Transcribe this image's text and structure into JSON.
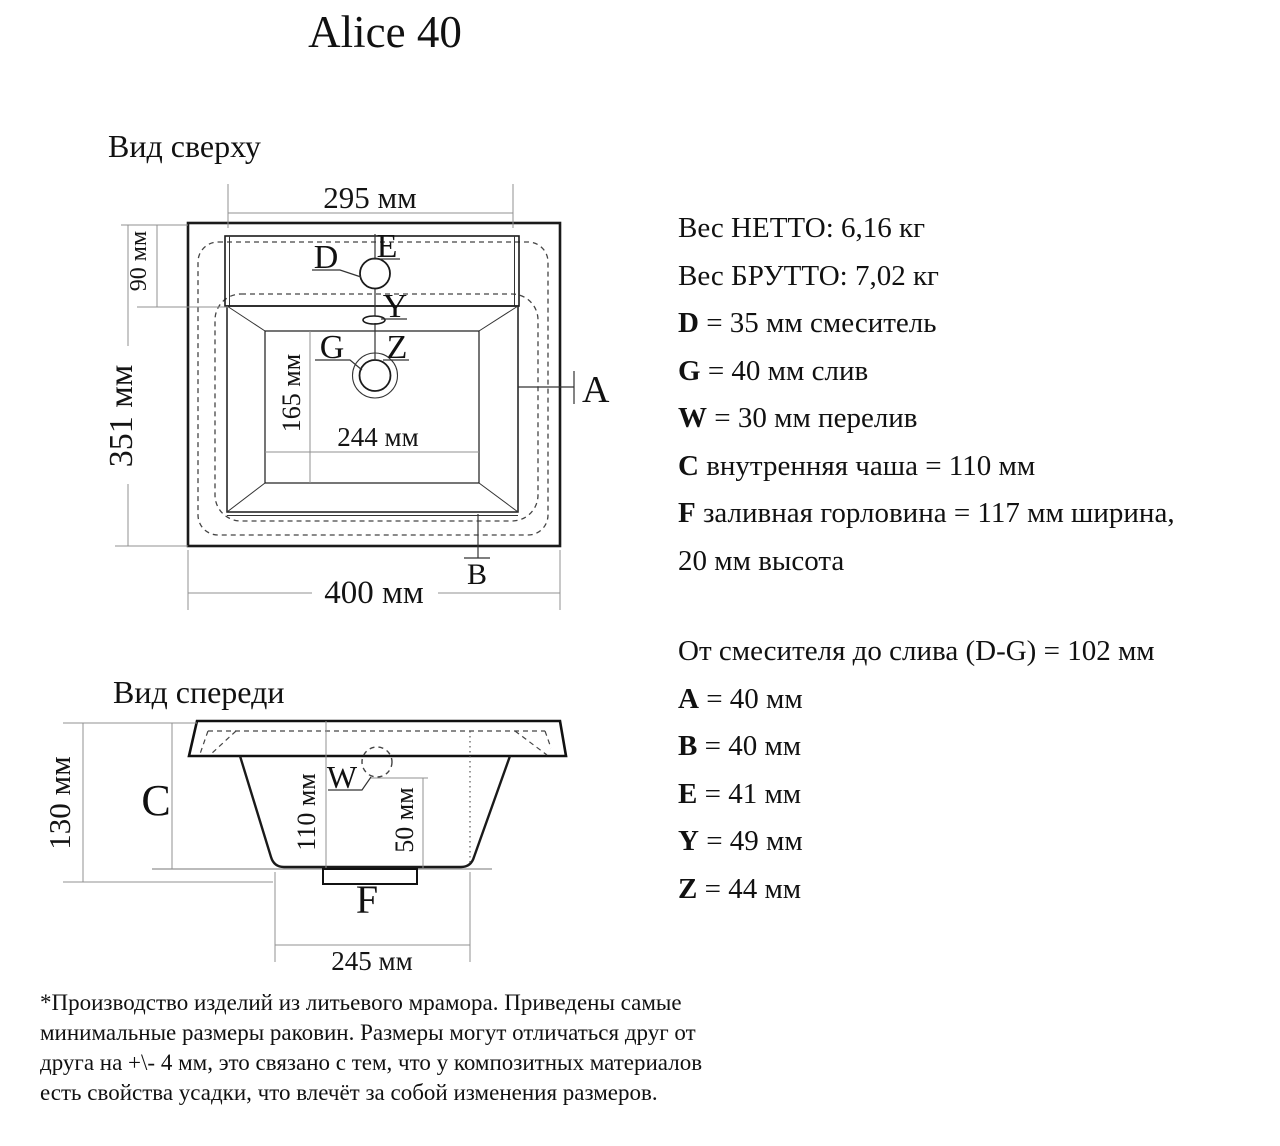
{
  "title": "Alice 40",
  "top_view": {
    "heading": "Вид сверху",
    "dim_295": "295 мм",
    "dim_90": "90 мм",
    "dim_351": "351 мм",
    "dim_165": "165 мм",
    "dim_244": "244 мм",
    "dim_400": "400 мм",
    "label_D": "D",
    "label_E": "E",
    "label_Y": "Y",
    "label_G": "G",
    "label_Z": "Z",
    "label_A": "A",
    "label_B": "B"
  },
  "front_view": {
    "heading": "Вид спереди",
    "dim_130": "130 мм",
    "dim_110": "110 мм",
    "dim_50": "50 мм",
    "dim_245": "245 мм",
    "label_C": "C",
    "label_W": "W",
    "label_F": "F"
  },
  "specs": {
    "lines": [
      {
        "key": "",
        "text": "Вес НЕТТО: 6,16 кг"
      },
      {
        "key": "",
        "text": "Вес БРУТТО: 7,02 кг"
      },
      {
        "key": "D",
        "text": " = 35 мм смеситель"
      },
      {
        "key": "G",
        "text": " = 40 мм слив"
      },
      {
        "key": "W",
        "text": " = 30 мм перелив"
      },
      {
        "key": "C",
        "text": " внутренняя чаша = 110 мм"
      },
      {
        "key": "F",
        "text": " заливная горловина = 117 мм ширина,"
      },
      {
        "key": "",
        "text": "20 мм высота"
      }
    ]
  },
  "measures": {
    "lines": [
      {
        "key": "",
        "text": "От смесителя до слива (D-G) = 102 мм"
      },
      {
        "key": "A",
        "text": " = 40 мм"
      },
      {
        "key": "B",
        "text": " = 40 мм"
      },
      {
        "key": "E",
        "text": " = 41 мм"
      },
      {
        "key": "Y",
        "text": " = 49 мм"
      },
      {
        "key": "Z",
        "text": " = 44 мм"
      }
    ]
  },
  "footnote": {
    "lines": [
      "*Производство изделий из литьевого мрамора. Приведены самые",
      "минимальные размеры раковин. Размеры могут отличаться друг от",
      "друга на +\\- 4 мм, это связано с тем, что у композитных материалов",
      "есть свойства усадки, что влечёт за собой изменения размеров."
    ]
  }
}
